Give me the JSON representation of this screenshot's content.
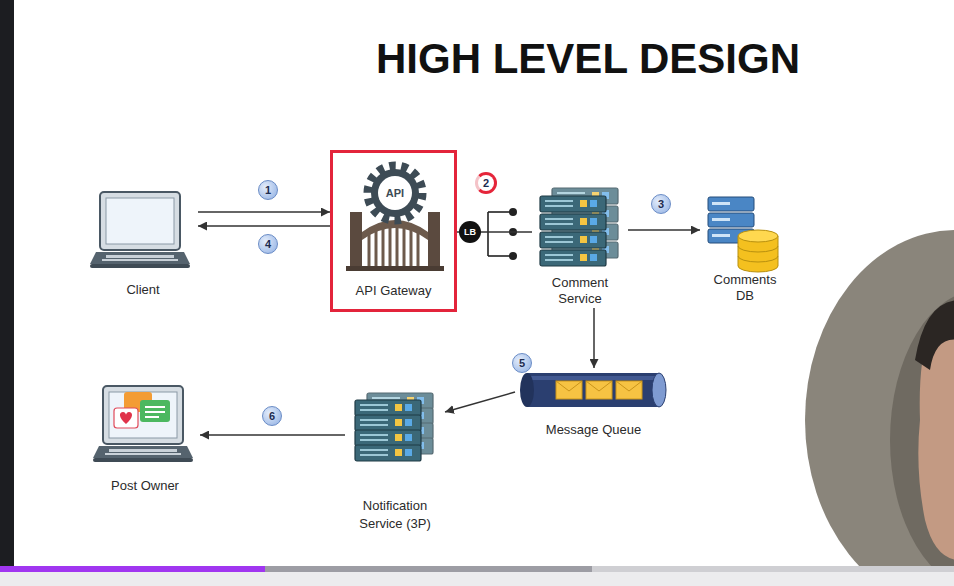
{
  "diagram": {
    "title": "HIGH LEVEL DESIGN",
    "nodes": [
      {
        "text": [
          "Client"
        ]
      },
      {
        "text": [
          "API Gateway"
        ]
      },
      {
        "text": [
          "LB"
        ]
      },
      {
        "text": [
          "Comment Service"
        ]
      },
      {
        "text": [
          "Comments DB"
        ]
      },
      {
        "text": [
          "Post Owner"
        ]
      },
      {
        "text": [
          "Notification Service (3P)"
        ]
      },
      {
        "text": [
          "Message Queue"
        ]
      }
    ],
    "edges": [
      {
        "from": 0,
        "to": 1,
        "arrow": "to"
      },
      {
        "from": 1,
        "to": 0,
        "arrow": "to"
      },
      {
        "from": 1,
        "to": 2,
        "arrow": "none"
      },
      {
        "from": 2,
        "to": 3,
        "arrow": "none"
      },
      {
        "from": 3,
        "to": 4,
        "arrow": "to"
      },
      {
        "from": 3,
        "to": 7,
        "arrow": "to"
      },
      {
        "from": 7,
        "to": 6,
        "arrow": "to"
      },
      {
        "from": 6,
        "to": 5,
        "arrow": "to"
      }
    ],
    "labels": [
      "1",
      "4",
      "API",
      "2",
      "3",
      "5",
      "6"
    ]
  }
}
